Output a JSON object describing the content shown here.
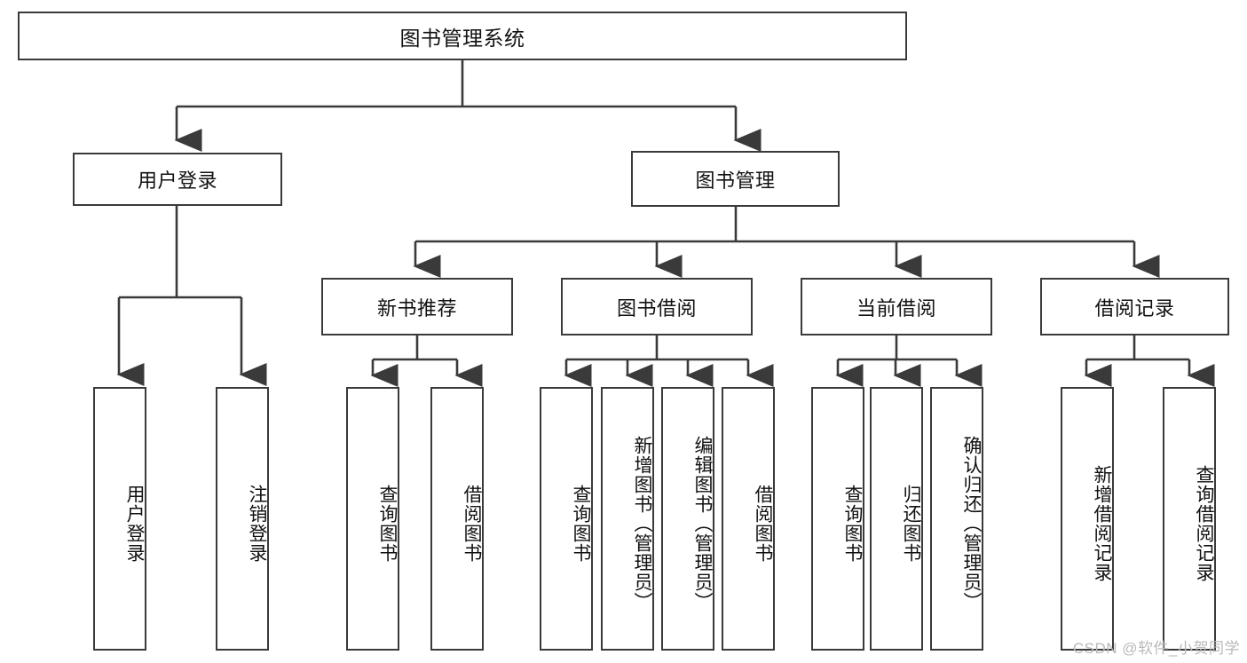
{
  "diagram": {
    "type": "tree",
    "title": "图书管理系统",
    "watermark": "CSDN @软件_小贺同学",
    "colors": {
      "stroke": "#3a3a3a",
      "fill": "#ffffff",
      "text": "#111111",
      "watermark": "#b9b9b9"
    },
    "levels": {
      "root": {
        "label": "图书管理系统"
      },
      "level2": [
        {
          "label": "用户登录"
        },
        {
          "label": "图书管理"
        }
      ],
      "level3": [
        {
          "label": "新书推荐"
        },
        {
          "label": "图书借阅"
        },
        {
          "label": "当前借阅"
        },
        {
          "label": "借阅记录"
        }
      ]
    },
    "leaves": {
      "user_login": [
        {
          "label": "用户登录"
        },
        {
          "label": "注销登录"
        }
      ],
      "new_book_recommend": [
        {
          "label": "查询图书"
        },
        {
          "label": "借阅图书"
        }
      ],
      "book_borrow": [
        {
          "label": "查询图书"
        },
        {
          "label": "新增图书（管理员）"
        },
        {
          "label": "编辑图书（管理员）"
        },
        {
          "label": "借阅图书"
        }
      ],
      "current_borrow": [
        {
          "label": "查询图书"
        },
        {
          "label": "归还图书"
        },
        {
          "label": "确认归还（管理员）"
        }
      ],
      "borrow_record": [
        {
          "label": "新增借阅记录"
        },
        {
          "label": "查询借阅记录"
        }
      ]
    }
  }
}
